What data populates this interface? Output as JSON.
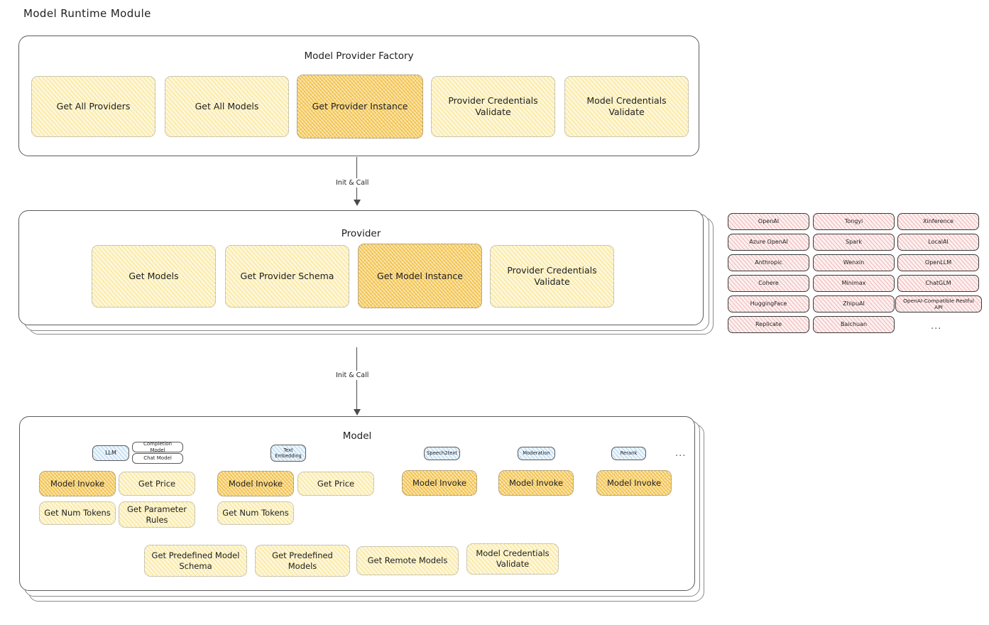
{
  "page": {
    "title": "Model Runtime Module"
  },
  "factory": {
    "title": "Model Provider Factory",
    "nodes": [
      {
        "label": "Get All Providers",
        "highlight": false
      },
      {
        "label": "Get All Models",
        "highlight": false
      },
      {
        "label": "Get Provider Instance",
        "highlight": true
      },
      {
        "label": "Provider Credentials Validate",
        "highlight": false
      },
      {
        "label": "Model Credentials Validate",
        "highlight": false
      }
    ]
  },
  "arrows": [
    {
      "label": "Init & Call"
    },
    {
      "label": "Init & Call"
    }
  ],
  "provider": {
    "title": "Provider",
    "nodes": [
      {
        "label": "Get Models",
        "highlight": false
      },
      {
        "label": "Get Provider Schema",
        "highlight": false
      },
      {
        "label": "Get Model Instance",
        "highlight": true
      },
      {
        "label": "Provider Credentials Validate",
        "highlight": false
      }
    ]
  },
  "provider_list": {
    "ellipsis": "...",
    "columns": [
      {
        "items": [
          "OpenAI",
          "Azure OpenAI",
          "Anthropic",
          "Cohere",
          "HuggingFace",
          "Replicate"
        ]
      },
      {
        "items": [
          "Tongyi",
          "Spark",
          "Wenxin",
          "Minimax",
          "ZhipuAI",
          "Baichuan"
        ]
      },
      {
        "items": [
          "Xinference",
          "LocalAI",
          "OpenLLM",
          "ChatGLM",
          "OpenAI-Compatible Restful API"
        ]
      }
    ]
  },
  "model": {
    "title": "Model",
    "ellipsis": "...",
    "types": [
      {
        "badge": "LLM",
        "badge_style": "blue",
        "sub_chips": [
          "Completion Model",
          "Chat Model"
        ],
        "methods": [
          {
            "label": "Model Invoke",
            "highlight": true
          },
          {
            "label": "Get Price",
            "highlight": false
          },
          {
            "label": "Get Num Tokens",
            "highlight": false
          },
          {
            "label": "Get Parameter Rules",
            "highlight": false
          }
        ]
      },
      {
        "badge": "Text Embedding",
        "badge_style": "blue",
        "sub_chips": [],
        "methods": [
          {
            "label": "Model Invoke",
            "highlight": true
          },
          {
            "label": "Get Price",
            "highlight": false
          },
          {
            "label": "Get Num Tokens",
            "highlight": false
          }
        ]
      },
      {
        "badge": "Speech2text",
        "badge_style": "blue",
        "sub_chips": [],
        "methods": [
          {
            "label": "Model Invoke",
            "highlight": true
          }
        ]
      },
      {
        "badge": "Moderation",
        "badge_style": "blue",
        "sub_chips": [],
        "methods": [
          {
            "label": "Model Invoke",
            "highlight": true
          }
        ]
      },
      {
        "badge": "Rerank",
        "badge_style": "blue",
        "sub_chips": [],
        "methods": [
          {
            "label": "Model Invoke",
            "highlight": true
          }
        ]
      }
    ],
    "shared_methods": [
      {
        "label": "Get Predefined Model Schema"
      },
      {
        "label": "Get Predefined Models"
      },
      {
        "label": "Get Remote Models"
      },
      {
        "label": "Model Credentials Validate"
      }
    ]
  },
  "colors": {
    "fill_light": "#fdf6d8",
    "fill_highlight": "#fae6b0",
    "fill_provider_chip": "#fdf0f0",
    "fill_badge": "#eef6fc",
    "stroke": "#1e1e1e"
  }
}
